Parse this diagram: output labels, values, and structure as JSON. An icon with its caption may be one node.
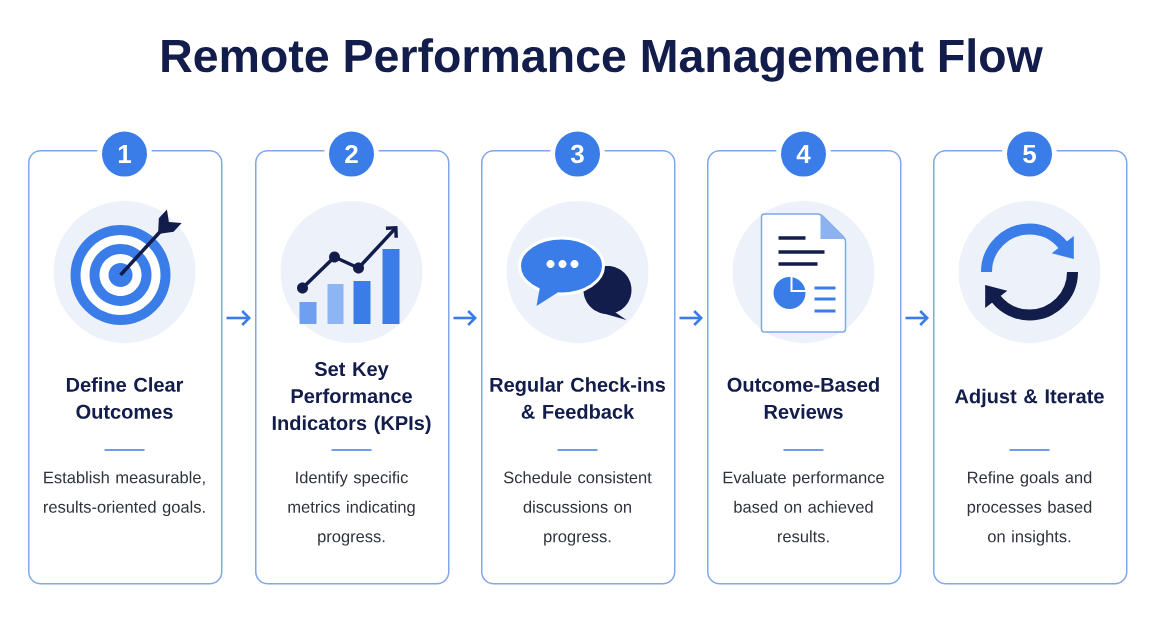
{
  "diagram": {
    "title": "Remote Performance Management Flow",
    "nodes": [
      {
        "text": [
          "Define Clear Outcomes",
          "Establish measurable, results-oriented goals."
        ]
      },
      {
        "text": [
          "Set Key Performance Indicators (KPIs)",
          "Identify specific metrics indicating progress."
        ]
      },
      {
        "text": [
          "Regular Check-ins & Feedback",
          "Schedule consistent discussions on progress."
        ]
      },
      {
        "text": [
          "Outcome-Based Reviews",
          "Evaluate performance based on achieved results."
        ]
      },
      {
        "text": [
          "Adjust & Iterate",
          "Refine goals and processes based on insights."
        ]
      },
      {
        "text": [
          "1"
        ]
      },
      {
        "text": [
          "2"
        ]
      },
      {
        "text": [
          "3"
        ]
      },
      {
        "text": [
          "4"
        ]
      },
      {
        "text": [
          "5"
        ]
      }
    ],
    "edges": [
      {
        "from": 0,
        "to": 1,
        "arrow": "to"
      },
      {
        "from": 1,
        "to": 2,
        "arrow": "to"
      },
      {
        "from": 2,
        "to": 3,
        "arrow": "to"
      },
      {
        "from": 3,
        "to": 4,
        "arrow": "to"
      }
    ]
  }
}
